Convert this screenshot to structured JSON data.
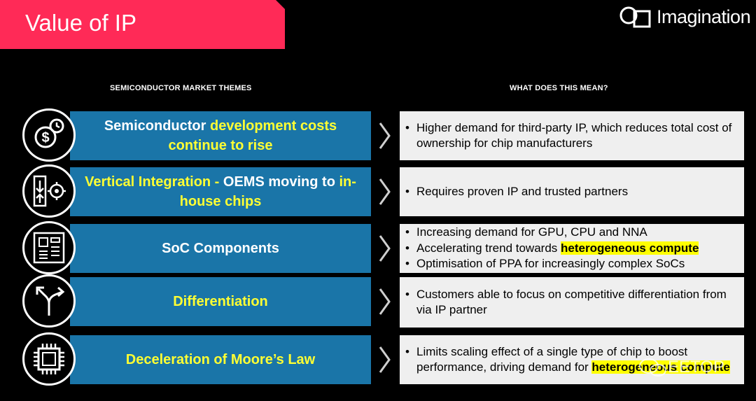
{
  "header": {
    "title": "Value of IP",
    "logo_text": "Imagination"
  },
  "columns": {
    "left": "SEMICONDUCTOR MARKET THEMES",
    "right": "WHAT DOES THIS MEAN?"
  },
  "themes": [
    {
      "icon": "dollar-cost-icon",
      "parts": [
        {
          "text": "Semiconductor ",
          "color": "white"
        },
        {
          "text": "development costs continue to rise",
          "color": "yellow"
        }
      ]
    },
    {
      "icon": "vertical-integration-icon",
      "parts": [
        {
          "text": "Vertical Integration - ",
          "color": "yellow"
        },
        {
          "text": "OEMS moving to ",
          "color": "white"
        },
        {
          "text": "in-house chips",
          "color": "yellow"
        }
      ]
    },
    {
      "icon": "circuit-board-icon",
      "parts": [
        {
          "text": "SoC Components",
          "color": "white"
        }
      ]
    },
    {
      "icon": "split-arrow-icon",
      "parts": [
        {
          "text": "Differentiation",
          "color": "yellow"
        }
      ]
    },
    {
      "icon": "chip-icon",
      "parts": [
        {
          "text": "Deceleration of Moore’s Law",
          "color": "yellow"
        }
      ]
    }
  ],
  "meanings": [
    [
      {
        "segments": [
          {
            "text": "Higher demand for third-party IP, which reduces total cost of ownership for chip manufacturers"
          }
        ]
      }
    ],
    [
      {
        "segments": [
          {
            "text": "Requires proven IP and trusted partners"
          }
        ]
      }
    ],
    [
      {
        "segments": [
          {
            "text": "Increasing demand for GPU, CPU and NNA"
          }
        ]
      },
      {
        "segments": [
          {
            "text": "Accelerating trend towards "
          },
          {
            "text": "heterogeneous compute",
            "highlight": true
          }
        ]
      },
      {
        "segments": [
          {
            "text": "Optimisation of PPA for increasingly complex SoCs"
          }
        ]
      }
    ],
    [
      {
        "segments": [
          {
            "text": "Customers able to focus on competitive differentiation from via IP partner"
          }
        ]
      }
    ],
    [
      {
        "segments": [
          {
            "text": "Limits scaling effect of a single type of chip to boost performance, driving demand for "
          },
          {
            "text": "heterogeneous compute",
            "highlight": true
          }
        ]
      }
    ]
  ],
  "watermark": {
    "text": "EETOP"
  },
  "colors": {
    "title_bar": "#ff2a57",
    "theme_bar": "#1a75a8",
    "accent_text": "#ffff33",
    "highlight": "#ffff00",
    "meaning_box": "#efefef"
  }
}
